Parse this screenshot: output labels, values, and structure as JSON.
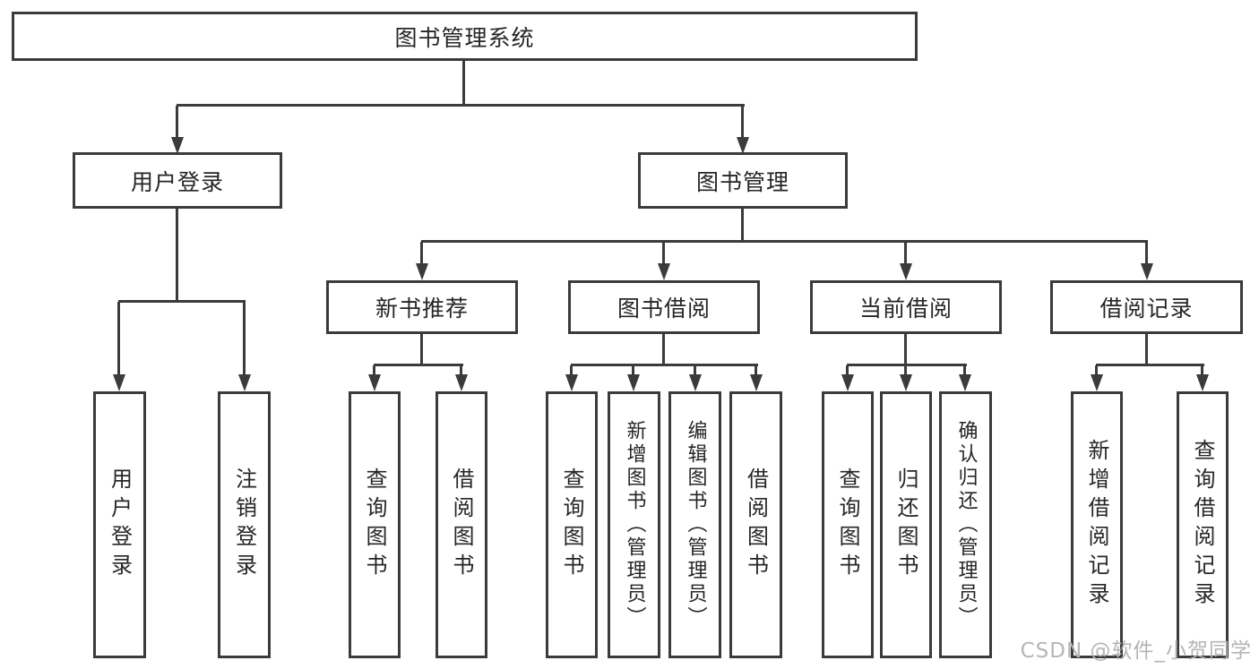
{
  "tree": {
    "root": "图书管理系统",
    "branches": [
      {
        "label": "用户登录",
        "children": [
          "用户登录",
          "注销登录"
        ]
      },
      {
        "label": "图书管理",
        "groups": [
          {
            "label": "新书推荐",
            "children": [
              "查询图书",
              "借阅图书"
            ]
          },
          {
            "label": "图书借阅",
            "children": [
              "查询图书",
              "新增图书（管理员）",
              "编辑图书（管理员）",
              "借阅图书"
            ]
          },
          {
            "label": "当前借阅",
            "children": [
              "查询图书",
              "归还图书",
              "确认归还（管理员）"
            ]
          },
          {
            "label": "借阅记录",
            "children": [
              "新增借阅记录",
              "查询借阅记录"
            ]
          }
        ]
      }
    ]
  },
  "watermark": {
    "text": "CSDN @软件_小贺同学"
  }
}
